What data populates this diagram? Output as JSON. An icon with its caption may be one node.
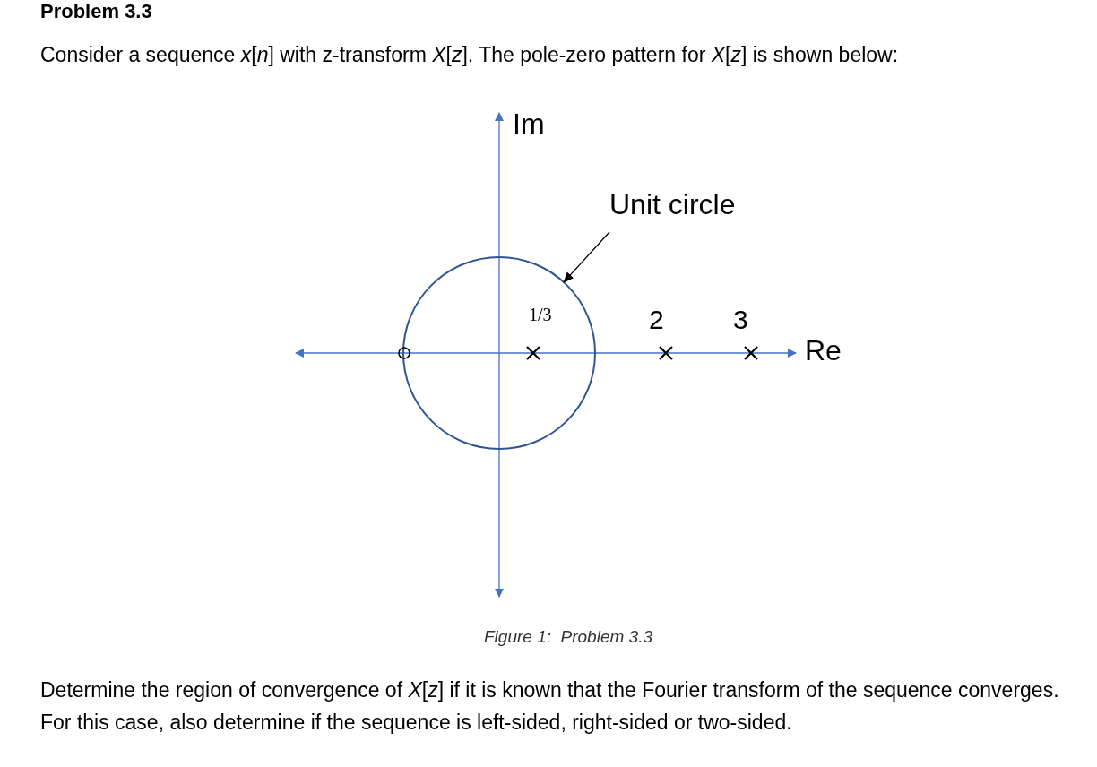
{
  "diagram": {
    "title": "Problem 3.3",
    "caption": "Figure 1:  Problem 3.3",
    "nodes": [
      {
        "text": [
          "Unit circle"
        ]
      },
      {
        "text": [],
        "shape": "circle"
      }
    ],
    "edges": [
      {
        "from": 0,
        "to": 1,
        "arrow": "to"
      }
    ],
    "labels": [
      "Consider a sequence *x*[*n*] with z-transform *X*[*z*]. The pole-zero pattern for *X*[*z*] is shown below:",
      "Im",
      "1/3",
      "2",
      "3",
      "Re",
      "Determine the region of convergence of *X*[*z*] if it is known that the Fourier transform of the sequence converges.  For this case, also determine if the sequence is left-sided, right-sided or two-sided."
    ]
  }
}
